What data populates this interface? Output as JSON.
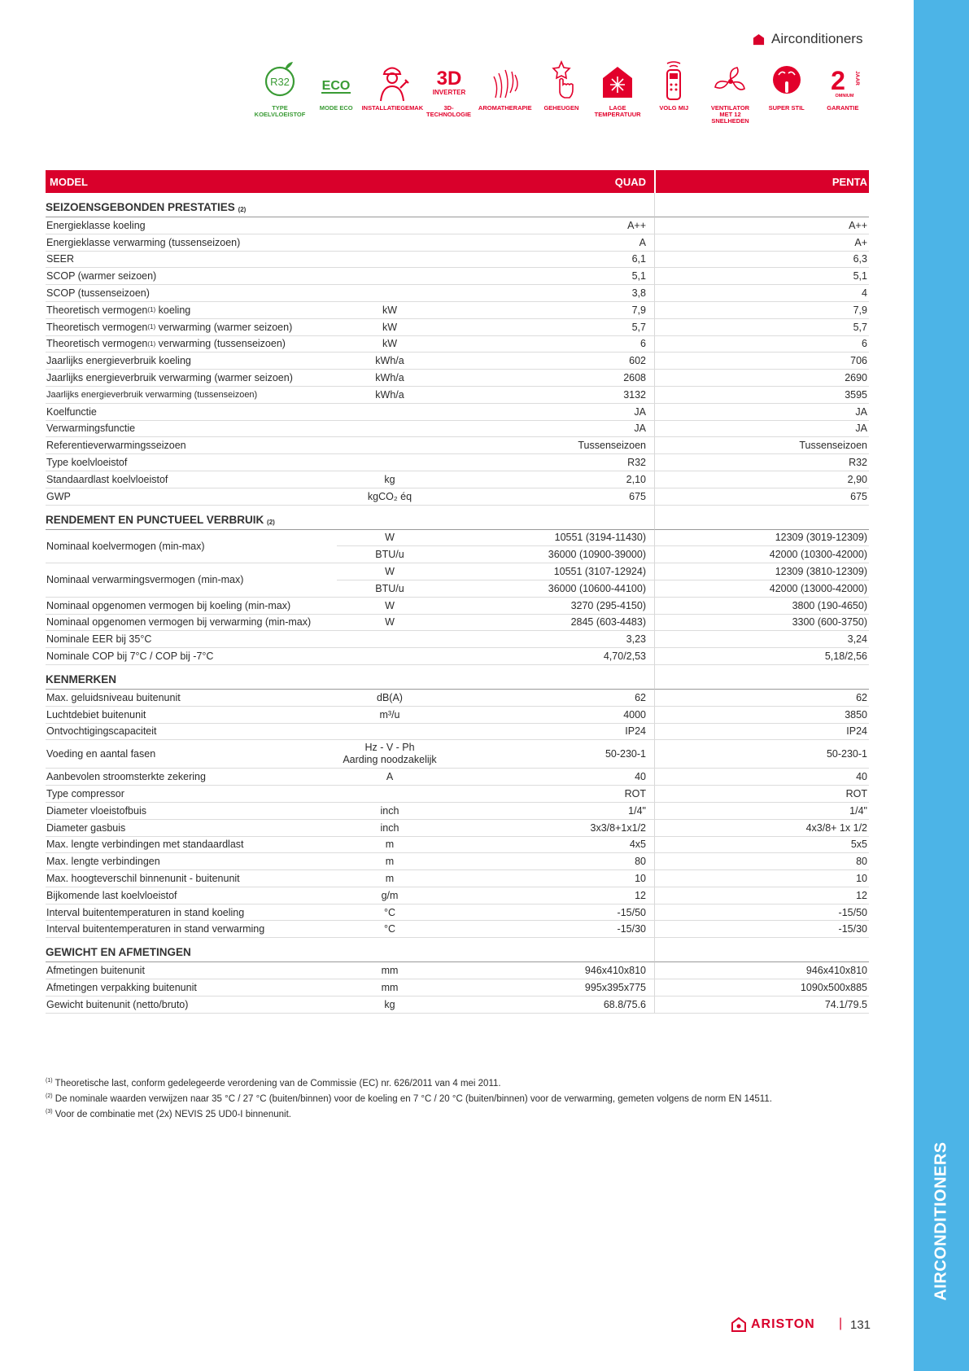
{
  "section_tag": "Airconditioners",
  "side_label": "AIRCONDITIONERS",
  "features": [
    {
      "label": "TYPE KOELVLOEISTOF",
      "icon": "r32-leaf-icon",
      "text": "R32"
    },
    {
      "label": "MODE ECO",
      "icon": "eco-icon",
      "text": "ECO"
    },
    {
      "label": "INSTALLATIEGEMAK",
      "icon": "installer-icon"
    },
    {
      "label": "3D-TECHNOLOGIE",
      "icon": "3d-inverter-icon",
      "text": "3D",
      "subtext": "INVERTER"
    },
    {
      "label": "AROMATHERAPIE",
      "icon": "aroma-icon"
    },
    {
      "label": "GEHEUGEN",
      "icon": "memory-star-icon"
    },
    {
      "label": "LAGE TEMPERATUUR",
      "icon": "low-temp-house-icon"
    },
    {
      "label": "VOLG MIJ",
      "icon": "remote-follow-icon"
    },
    {
      "label": "VENTILATOR MET 12 SNELHEDEN",
      "icon": "fan-icon"
    },
    {
      "label": "SUPER STIL",
      "icon": "quiet-face-icon"
    },
    {
      "label": "GARANTIE",
      "icon": "warranty-icon",
      "text": "2",
      "subtext": "JAAR",
      "subtext2": "OMNIUM"
    }
  ],
  "table": {
    "header": {
      "model": "MODEL",
      "quad": "QUAD",
      "penta": "PENTA"
    },
    "sec1": {
      "title": "SEIZOENSGEBONDEN PRESTATIES",
      "title_mark": "(2)",
      "rows": [
        {
          "label": "Energieklasse koeling",
          "unit": "",
          "quad": "A++",
          "penta": "A++"
        },
        {
          "label": "Energieklasse verwarming (tussenseizoen)",
          "unit": "",
          "quad": "A",
          "penta": "A+"
        },
        {
          "label": "SEER",
          "unit": "",
          "quad": "6,1",
          "penta": "6,3"
        },
        {
          "label": "SCOP (warmer seizoen)",
          "unit": "",
          "quad": "5,1",
          "penta": "5,1"
        },
        {
          "label": "SCOP (tussenseizoen)",
          "unit": "",
          "quad": "3,8",
          "penta": "4"
        },
        {
          "label": "Theoretisch vermogen",
          "mark": "(1)",
          "label2": " koeling",
          "unit": "kW",
          "quad": "7,9",
          "penta": "7,9"
        },
        {
          "label": "Theoretisch vermogen",
          "mark": "(1)",
          "label2": " verwarming (warmer seizoen)",
          "unit": "kW",
          "quad": "5,7",
          "penta": "5,7"
        },
        {
          "label": "Theoretisch vermogen",
          "mark": "(1)",
          "label2": " verwarming (tussenseizoen)",
          "unit": "kW",
          "quad": "6",
          "penta": "6"
        },
        {
          "label": "Jaarlijks energieverbruik koeling",
          "unit": "kWh/a",
          "quad": "602",
          "penta": "706"
        },
        {
          "label": "Jaarlijks energieverbruik verwarming (warmer seizoen)",
          "unit": "kWh/a",
          "quad": "2608",
          "penta": "2690"
        },
        {
          "label": "Jaarlijks energieverbruik verwarming (tussenseizoen)",
          "unit": "kWh/a",
          "quad": "3132",
          "penta": "3595",
          "small": true
        },
        {
          "label": "Koelfunctie",
          "unit": "",
          "quad": "JA",
          "penta": "JA"
        },
        {
          "label": "Verwarmingsfunctie",
          "unit": "",
          "quad": "JA",
          "penta": "JA"
        },
        {
          "label": "Referentieverwarmingsseizoen",
          "unit": "",
          "quad": "Tussenseizoen",
          "penta": "Tussenseizoen"
        },
        {
          "label": "Type koelvloeistof",
          "unit": "",
          "quad": "R32",
          "penta": "R32"
        },
        {
          "label": "Standaardlast koelvloeistof",
          "unit": "kg",
          "quad": "2,10",
          "penta": "2,90"
        },
        {
          "label": "GWP",
          "unit": "kgCO₂ éq",
          "quad": "675",
          "penta": "675"
        }
      ]
    },
    "sec2": {
      "title": "RENDEMENT EN PUNCTUEEL VERBRUIK",
      "title_mark": "(2)",
      "split_rows": [
        {
          "label": "Nominaal koelvermogen (min-max)",
          "lines": [
            {
              "unit": "W",
              "quad": "10551 (3194-11430)",
              "penta": "12309 (3019-12309)"
            },
            {
              "unit": "BTU/u",
              "quad": "36000 (10900-39000)",
              "penta": "42000 (10300-42000)"
            }
          ]
        },
        {
          "label": "Nominaal verwarmingsvermogen (min-max)",
          "lines": [
            {
              "unit": "W",
              "quad": "10551 (3107-12924)",
              "penta": "12309 (3810-12309)"
            },
            {
              "unit": "BTU/u",
              "quad": "36000 (10600-44100)",
              "penta": "42000 (13000-42000)"
            }
          ]
        }
      ],
      "rows": [
        {
          "label": "Nominaal opgenomen vermogen bij koeling (min-max)",
          "unit": "W",
          "quad": "3270 (295-4150)",
          "penta": "3800 (190-4650)"
        },
        {
          "label": "Nominaal opgenomen vermogen bij verwarming (min-max)",
          "unit": "W",
          "quad": "2845 (603-4483)",
          "penta": "3300 (600-3750)"
        },
        {
          "label": "Nominale EER bij 35°C",
          "unit": "",
          "quad": "3,23",
          "penta": "3,24"
        },
        {
          "label": "Nominale COP bij 7°C / COP bij -7°C",
          "unit": "",
          "quad": "4,70/2,53",
          "penta": "5,18/2,56"
        }
      ]
    },
    "sec3": {
      "title": "KENMERKEN",
      "rows_a": [
        {
          "label": "Max. geluidsniveau buitenunit",
          "unit": "dB(A)",
          "quad": "62",
          "penta": "62"
        },
        {
          "label": "Luchtdebiet buitenunit",
          "unit": "m³/u",
          "quad": "4000",
          "penta": "3850"
        },
        {
          "label": "Ontvochtigingscapaciteit",
          "unit": "",
          "quad": "IP24",
          "penta": "IP24"
        }
      ],
      "tall_row": {
        "label": "Voeding en aantal fasen",
        "unit1": "Hz - V - Ph",
        "unit2": "Aarding noodzakelijk",
        "quad": "50-230-1",
        "penta": "50-230-1"
      },
      "rows_b": [
        {
          "label": "Aanbevolen stroomsterkte zekering",
          "unit": "A",
          "quad": "40",
          "penta": "40"
        },
        {
          "label": "Type compressor",
          "unit": "",
          "quad": "ROT",
          "penta": "ROT"
        },
        {
          "label": "Diameter vloeistofbuis",
          "unit": "inch",
          "quad": "1/4\"",
          "penta": "1/4\""
        },
        {
          "label": "Diameter gasbuis",
          "unit": "inch",
          "quad": "3x3/8+1x1/2",
          "penta": "4x3/8+ 1x 1/2"
        },
        {
          "label": "Max. lengte verbindingen met standaardlast",
          "unit": "m",
          "quad": "4x5",
          "penta": "5x5"
        },
        {
          "label": "Max. lengte verbindingen",
          "unit": "m",
          "quad": "80",
          "penta": "80"
        },
        {
          "label": "Max. hoogteverschil binnenunit - buitenunit",
          "unit": "m",
          "quad": "10",
          "penta": "10"
        },
        {
          "label": "Bijkomende last koelvloeistof",
          "unit": "g/m",
          "quad": "12",
          "penta": "12"
        },
        {
          "label": "Interval buitentemperaturen in stand koeling",
          "unit": "°C",
          "quad": "-15/50",
          "penta": "-15/50"
        },
        {
          "label": "Interval buitentemperaturen in stand verwarming",
          "unit": "°C",
          "quad": "-15/30",
          "penta": "-15/30"
        }
      ]
    },
    "sec4": {
      "title": "GEWICHT EN AFMETINGEN",
      "rows": [
        {
          "label": "Afmetingen buitenunit",
          "unit": "mm",
          "quad": "946x410x810",
          "penta": "946x410x810"
        },
        {
          "label": "Afmetingen verpakking buitenunit",
          "unit": "mm",
          "quad": "995x395x775",
          "penta": "1090x500x885"
        },
        {
          "label": "Gewicht buitenunit (netto/bruto)",
          "unit": "kg",
          "quad": "68.8/75.6",
          "penta": "74.1/79.5"
        }
      ]
    }
  },
  "footnotes": [
    {
      "mark": "(1)",
      "text": " Theoretische last, conform gedelegeerde verordening van de Commissie (EC) nr. 626/2011 van 4 mei 2011."
    },
    {
      "mark": "(2)",
      "text": " De nominale waarden verwijzen naar 35 °C / 27 °C (buiten/binnen) voor de koeling en 7 °C / 20 °C (buiten/binnen) voor de verwarming, gemeten volgens de norm EN 14511."
    },
    {
      "mark": "(3)",
      "text": " Voor de combinatie met (2x) NEVIS 25 UD0-I binnenunit."
    }
  ],
  "footer": {
    "brand": "ARISTON",
    "pipe": "|",
    "page": "131"
  },
  "colors": {
    "red": "#d9002b",
    "blue": "#4cb4e7",
    "green": "#3a9b35"
  }
}
